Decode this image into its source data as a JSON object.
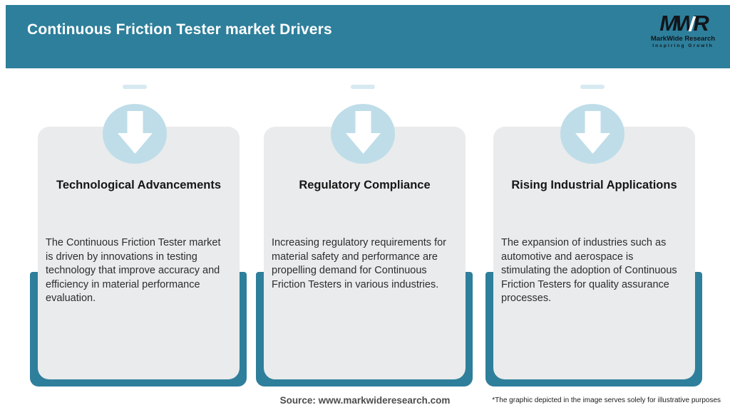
{
  "header": {
    "title": "Continuous Friction Tester market Drivers",
    "logo": {
      "monogram": "MWR",
      "name": "MarkWide Research",
      "tagline": "Inspiring Growth"
    }
  },
  "cards": [
    {
      "title": "Technological Advancements",
      "body": "The Continuous Friction Tester market is driven by innovations in testing technology that improve accuracy and efficiency in material performance evaluation.",
      "icon": "arrow-down-icon"
    },
    {
      "title": "Regulatory Compliance",
      "body": "Increasing regulatory requirements for material safety and performance are propelling demand for Continuous Friction Testers in various industries.",
      "icon": "arrow-down-icon"
    },
    {
      "title": "Rising Industrial Applications",
      "body": "The expansion of industries such as automotive and aerospace is stimulating the adoption of Continuous Friction Testers for quality assurance processes.",
      "icon": "arrow-down-icon"
    }
  ],
  "footer": {
    "source": "Source: www.markwideresearch.com",
    "disclaimer": "*The graphic depicted in the image serves solely for illustrative purposes"
  },
  "colors": {
    "teal": "#2e7f9b",
    "card_bg": "#e9ebec",
    "circle_blue": "#bedde9",
    "cap_blue": "#d7e9f1",
    "title_text": "#161616",
    "body_text": "#2d2d2d",
    "source_text": "#4d4d4d",
    "logo_black": "#11161b"
  }
}
